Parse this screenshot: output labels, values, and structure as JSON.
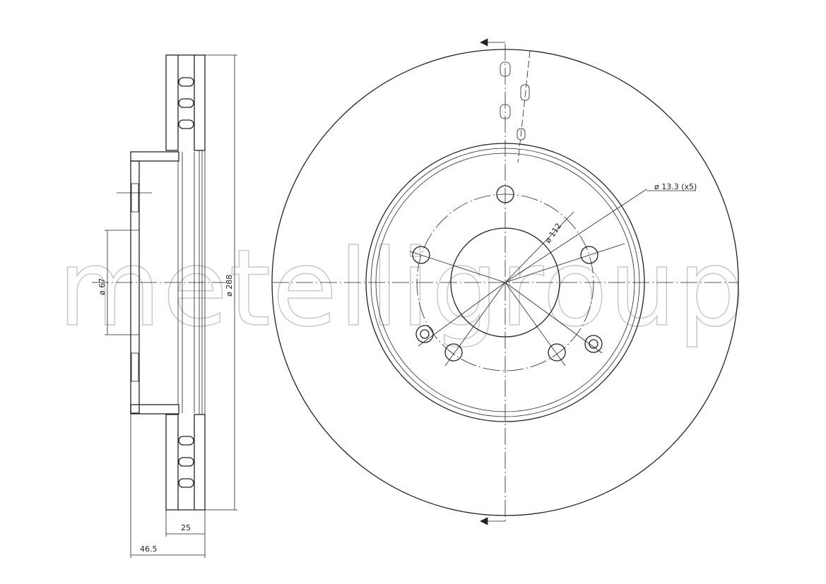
{
  "watermark": "metelligroup",
  "dimensions": {
    "outer_diameter": "ø 288",
    "centering_diameter": "ø 67",
    "disc_thickness": "25",
    "overall_height": "46.5",
    "pcd": "ø 112",
    "bolt_holes": "ø 13.3 (x5)"
  }
}
